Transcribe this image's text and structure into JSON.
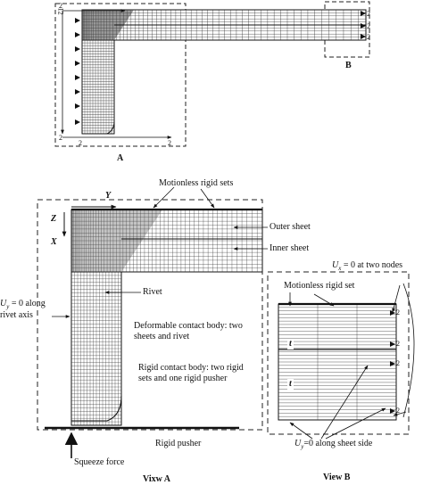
{
  "top_panel": {
    "label": "A",
    "detail_label": "B",
    "node_numbers": [
      "2",
      "12",
      "2",
      "2",
      "2",
      "2",
      "2",
      "2"
    ]
  },
  "view_a": {
    "caption": "Vixw A",
    "axis_y": "Y",
    "axis_z": "Z",
    "axis_x": "X",
    "motionless_rigid_sets": "Motionless rigid sets",
    "outer_sheet": "Outer sheet",
    "inner_sheet": "Inner sheet",
    "rivet": "Rivet",
    "uy_rivet_axis_line1": "U",
    "uy_rivet_axis_sub": "y",
    "uy_rivet_axis_line1_rest": " = 0 along",
    "uy_rivet_axis_line2": "rivet axis",
    "deformable_body": "Deformable contact body: two sheets and rivet",
    "rigid_body": "Rigid contact body: two rigid sets and one rigid pusher",
    "rigid_pusher": "Rigid pusher",
    "squeeze_force": "Squeeze force"
  },
  "view_b": {
    "caption": "View B",
    "ux_two_nodes": "= 0 at two nodes",
    "ux_symbol": "U",
    "ux_sub": "x",
    "motionless_rigid_set": "Motionless rigid set",
    "t_upper": "t",
    "t_lower": "t",
    "uy_side_symbol": "U",
    "uy_side_sub": "y",
    "uy_side_text": "=0 along sheet side",
    "node_numbers": [
      "2",
      "2",
      "2",
      "2"
    ]
  }
}
